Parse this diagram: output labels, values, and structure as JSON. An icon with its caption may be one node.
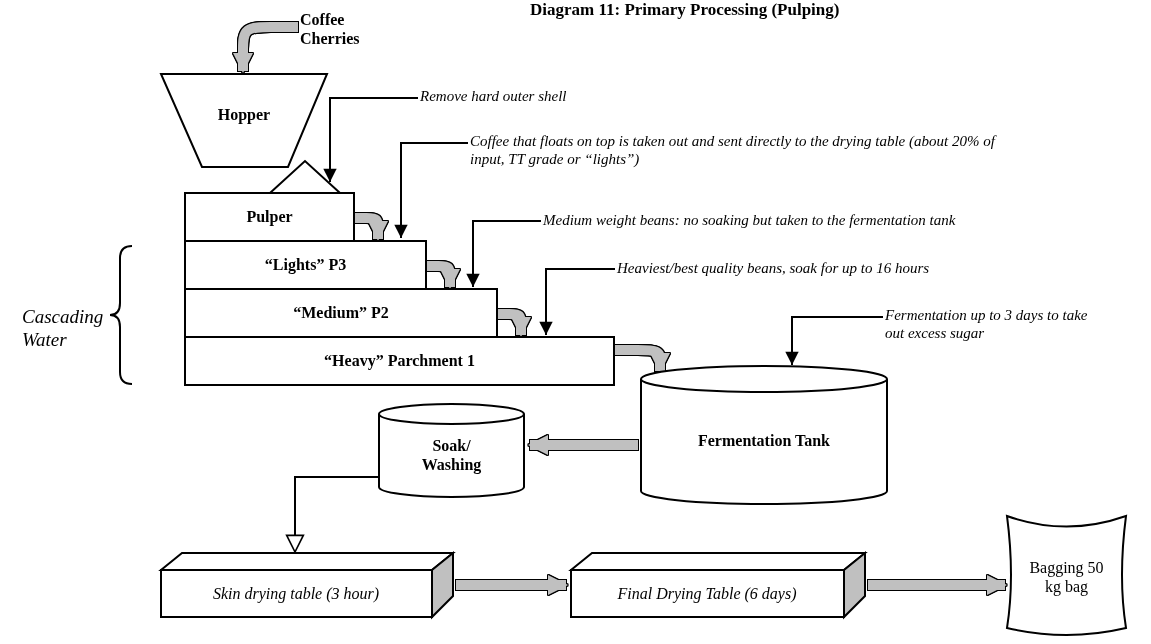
{
  "diagram": {
    "title": "Diagram 11:  Primary Processing (Pulping)",
    "nodes": [
      {
        "text": [
          "Coffee Cherries"
        ]
      },
      {
        "text": [
          "Hopper"
        ]
      },
      {
        "text": [
          "Pulper"
        ]
      },
      {
        "text": [
          "“Lights” P3"
        ]
      },
      {
        "text": [
          "“Medium” P2"
        ]
      },
      {
        "text": [
          "“Heavy” Parchment 1"
        ]
      },
      {
        "text": [
          "Remove hard outer shell"
        ]
      },
      {
        "text": [
          "Coffee that floats on top is taken out and sent directly to the drying table (about 20% of input, TT grade or “lights”)"
        ]
      },
      {
        "text": [
          "Medium weight beans:  no soaking but taken to the fermentation tank"
        ]
      },
      {
        "text": [
          "Heaviest/best quality beans, soak for up to 16 hours"
        ]
      },
      {
        "text": [
          "Fermentation up to 3 days to take out excess sugar"
        ]
      },
      {
        "text": [
          "Fermentation Tank"
        ]
      },
      {
        "text": [
          "Soak/ Washing"
        ]
      },
      {
        "text": [
          "Skin drying table (3 hour)"
        ]
      },
      {
        "text": [
          "Final Drying Table (6 days)"
        ]
      },
      {
        "text": [
          "Bagging 50 kg bag"
        ]
      }
    ],
    "edges": [
      {
        "from": 0,
        "to": 1,
        "arrow": "to"
      },
      {
        "from": 2,
        "to": 3,
        "arrow": "to"
      },
      {
        "from": 3,
        "to": 4,
        "arrow": "to"
      },
      {
        "from": 4,
        "to": 5,
        "arrow": "to"
      },
      {
        "from": 5,
        "to": 11,
        "arrow": "to"
      },
      {
        "from": 11,
        "to": 12,
        "arrow": "to"
      },
      {
        "from": 12,
        "to": 13,
        "arrow": "to",
        "color": "#000000"
      },
      {
        "from": 13,
        "to": 14,
        "arrow": "to"
      },
      {
        "from": 14,
        "to": 15,
        "arrow": "to"
      },
      {
        "from": 6,
        "to": 2,
        "arrow": "to",
        "color": "#000000"
      },
      {
        "from": 7,
        "to": 3,
        "arrow": "to",
        "color": "#000000"
      },
      {
        "from": 8,
        "to": 4,
        "arrow": "to",
        "color": "#000000"
      },
      {
        "from": 9,
        "to": 5,
        "arrow": "to",
        "color": "#000000"
      },
      {
        "from": 10,
        "to": 11,
        "arrow": "to",
        "color": "#000000"
      }
    ],
    "labels": [
      "Cascading Water"
    ]
  }
}
